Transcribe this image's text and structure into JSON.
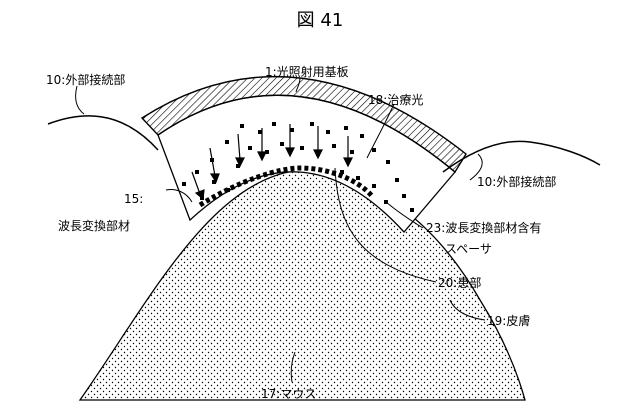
{
  "figure_title": "図 41",
  "labels": {
    "substrate": "1:光照射用基板",
    "ext_conn_left": "10:外部接続部",
    "ext_conn_right": "10:外部接続部",
    "treatment_light": "18:治療光",
    "wave_member": "15:",
    "wave_member_2": "波長変換部材",
    "spacer": "23:波長変換部材含有",
    "spacer_2": "スペーサ",
    "affected": "20:患部",
    "skin": "19:皮膚",
    "mouse": "17:マウス"
  },
  "colors": {
    "ink": "#000000",
    "paper": "#ffffff"
  }
}
